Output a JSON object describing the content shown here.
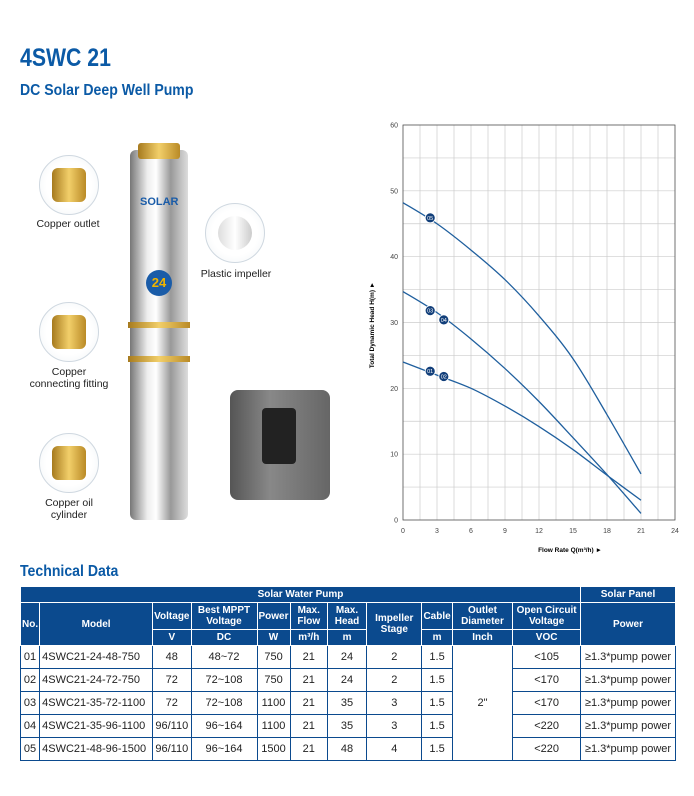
{
  "header": {
    "title": "4SWC 21",
    "subtitle": "DC Solar Deep Well Pump"
  },
  "features": [
    {
      "label": "Copper outlet"
    },
    {
      "label": "Plastic impeller"
    },
    {
      "label": "Copper connecting fitting"
    },
    {
      "label": "Copper oil cylinder"
    }
  ],
  "product": {
    "brand": "SOLAR",
    "warranty": "24"
  },
  "chart_data": {
    "type": "line",
    "xlabel": "Flow Rate Q(m³/h) ►",
    "ylabel": "Total Dynamic Head H(m) ►",
    "xlim": [
      0,
      24
    ],
    "ylim": [
      0,
      60
    ],
    "xticks": [
      0,
      3,
      6,
      9,
      12,
      15,
      18,
      21,
      24
    ],
    "yticks": [
      0,
      10,
      20,
      30,
      40,
      50,
      60
    ],
    "grid": true,
    "series": [
      {
        "name": "01/02",
        "labels": [
          {
            "text": "01",
            "x": 2.4,
            "y": 22.6
          },
          {
            "text": "02",
            "x": 3.6,
            "y": 21.8
          }
        ],
        "x": [
          0,
          3,
          6,
          9,
          12,
          15,
          18,
          21
        ],
        "y": [
          24,
          22,
          20,
          17.3,
          14.2,
          10.7,
          6.8,
          3
        ]
      },
      {
        "name": "03/04",
        "labels": [
          {
            "text": "03",
            "x": 2.4,
            "y": 31.8
          },
          {
            "text": "04",
            "x": 3.6,
            "y": 30.4
          }
        ],
        "x": [
          0,
          3,
          6,
          9,
          12,
          15,
          18,
          21
        ],
        "y": [
          34.7,
          31.5,
          27.5,
          23,
          18,
          12.5,
          6.9,
          1
        ]
      },
      {
        "name": "05",
        "labels": [
          {
            "text": "05",
            "x": 2.4,
            "y": 45.9
          }
        ],
        "x": [
          0,
          3,
          6,
          9,
          12,
          15,
          18,
          21
        ],
        "y": [
          48.2,
          45,
          41,
          36.5,
          31,
          24.5,
          16,
          7
        ]
      }
    ],
    "color": "#1f5f9e"
  },
  "table": {
    "title": "Technical Data",
    "group1": "Solar Water Pump",
    "group2": "Solar Panel",
    "headers": {
      "no": "No.",
      "model": "Model",
      "voltage": "Voltage",
      "mppt": "Best MPPT Voltage",
      "power": "Power",
      "flow": "Max. Flow",
      "head": "Max. Head",
      "stage": "Impeller Stage",
      "cable": "Cable",
      "outlet": "Outlet Diameter",
      "voc": "Open Circuit Voltage",
      "ppower": "Power"
    },
    "units": {
      "voltage": "V",
      "mppt": "DC",
      "power": "W",
      "flow": "m³/h",
      "head": "m",
      "cable": "m",
      "outlet": "Inch",
      "voc": "VOC"
    },
    "outlet": "2\"",
    "rows": [
      [
        "01",
        "4SWC21-24-48-750",
        "48",
        "48~72",
        "750",
        "21",
        "24",
        "2",
        "1.5",
        "<105",
        "≥1.3*pump power"
      ],
      [
        "02",
        "4SWC21-24-72-750",
        "72",
        "72~108",
        "750",
        "21",
        "24",
        "2",
        "1.5",
        "<170",
        "≥1.3*pump power"
      ],
      [
        "03",
        "4SWC21-35-72-1100",
        "72",
        "72~108",
        "1100",
        "21",
        "35",
        "3",
        "1.5",
        "<170",
        "≥1.3*pump power"
      ],
      [
        "04",
        "4SWC21-35-96-1100",
        "96/110",
        "96~164",
        "1100",
        "21",
        "35",
        "3",
        "1.5",
        "<220",
        "≥1.3*pump power"
      ],
      [
        "05",
        "4SWC21-48-96-1500",
        "96/110",
        "96~164",
        "1500",
        "21",
        "48",
        "4",
        "1.5",
        "<220",
        "≥1.3*pump power"
      ]
    ]
  }
}
